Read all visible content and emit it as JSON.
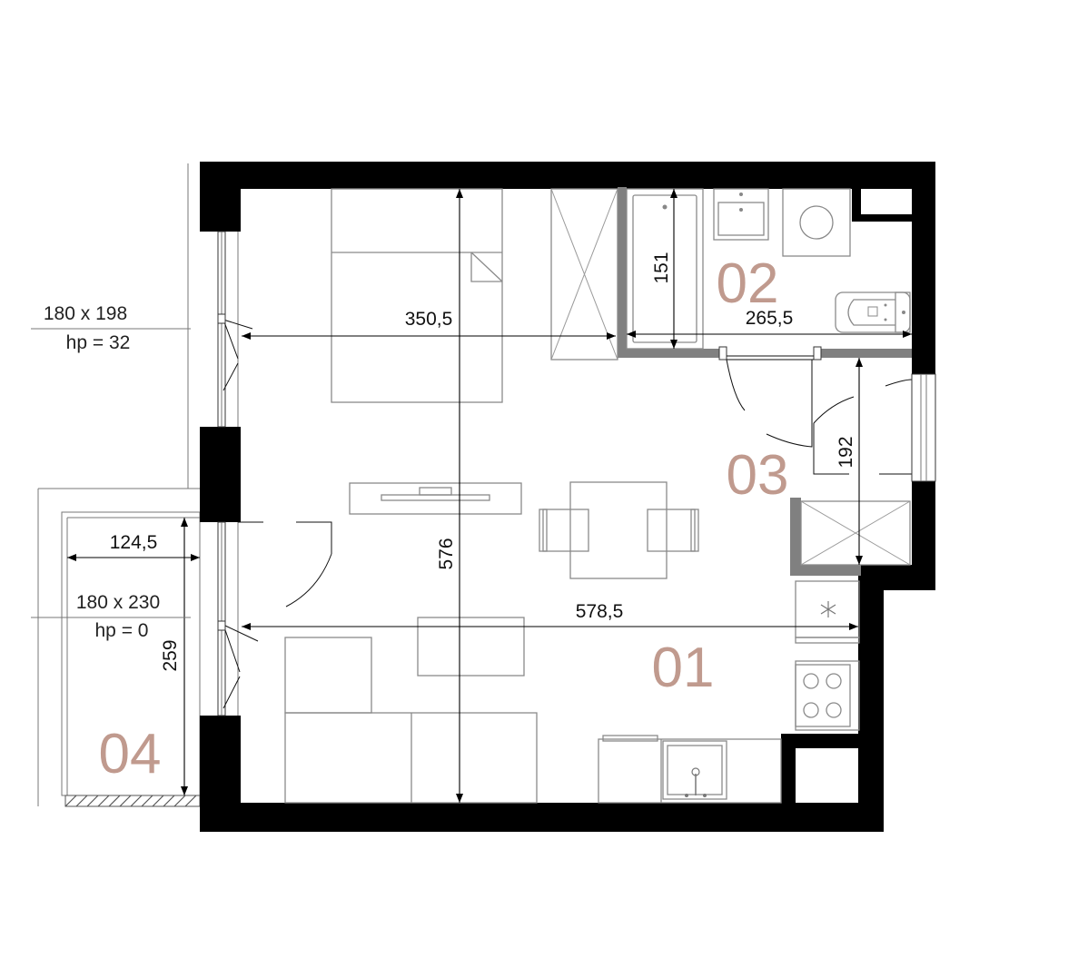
{
  "rooms": [
    {
      "id": "01",
      "label": "01"
    },
    {
      "id": "02",
      "label": "02"
    },
    {
      "id": "03",
      "label": "03"
    },
    {
      "id": "04",
      "label": "04"
    }
  ],
  "dimensions": {
    "living_width": "350,5",
    "living_depth": "576",
    "living_width_full": "578,5",
    "bath_depth": "151",
    "bath_width": "265,5",
    "hall_depth": "192",
    "balcony_width": "124,5",
    "balcony_depth": "259"
  },
  "window_notes": {
    "window_top": {
      "size": "180 x 198",
      "hp": "hp = 32"
    },
    "window_balcony": {
      "size": "180 x 230",
      "hp": "hp = 0"
    }
  },
  "colors": {
    "wall": "#000000",
    "inner_wall": "#808080",
    "room_label": "#c09a8e",
    "furniture": "#8a8a8a"
  }
}
